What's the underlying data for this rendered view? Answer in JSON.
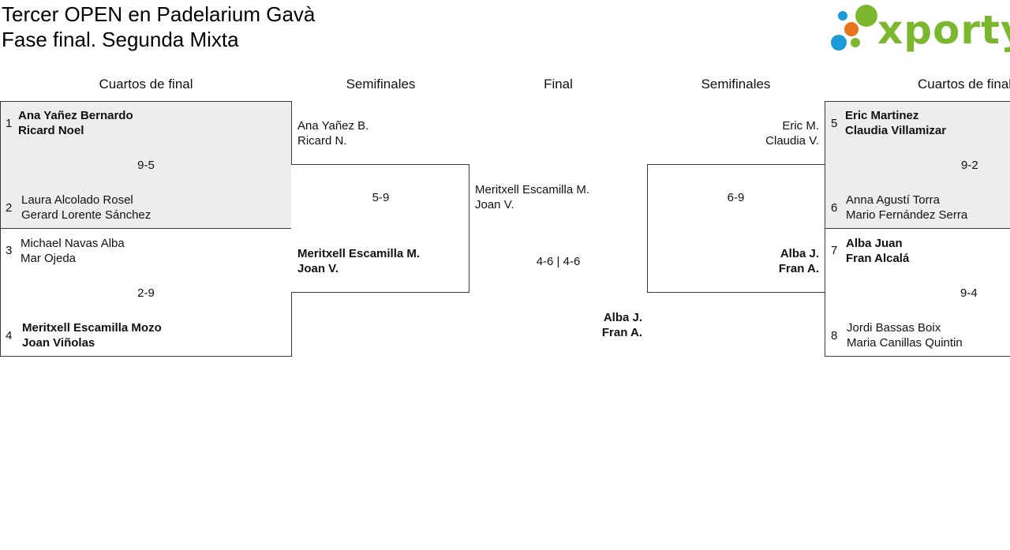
{
  "header": {
    "title_line1": "Tercer OPEN en Padelarium Gavà",
    "title_line2": "Fase final. Segunda Mixta"
  },
  "logo": {
    "text": "xporty",
    "text_color": "#7cb82f",
    "dot_colors": {
      "green": "#7cb82f",
      "blue": "#1a9ad6",
      "orange": "#e8731a"
    }
  },
  "rounds": {
    "left_quarters": "Cuartos de final",
    "left_semis": "Semifinales",
    "final": "Final",
    "right_semis": "Semifinales",
    "right_quarters": "Cuartos de final"
  },
  "quarterfinals_left": [
    {
      "seed_a": "1",
      "team_a": [
        "Ana Yañez Bernardo",
        "Ricard Noel"
      ],
      "score": "9-5",
      "seed_b": "2",
      "team_b": [
        "Laura Alcolado Rosel",
        "Gerard Lorente Sánchez"
      ]
    },
    {
      "seed_a": "3",
      "team_a": [
        "Michael Navas Alba",
        "Mar Ojeda"
      ],
      "score": "2-9",
      "seed_b": "4",
      "team_b": [
        "Meritxell Escamilla Mozo",
        "Joan Viñolas"
      ]
    }
  ],
  "semifinal_left": {
    "team_a": [
      "Ana Yañez B.",
      "Ricard N."
    ],
    "score": "5-9",
    "team_b": [
      "Meritxell Escamilla M.",
      "Joan V."
    ]
  },
  "final": {
    "team_a": [
      "Meritxell Escamilla M.",
      "Joan V."
    ],
    "score": "4-6 | 4-6",
    "team_b": [
      "Alba J.",
      "Fran A."
    ]
  },
  "semifinal_right": {
    "team_a": [
      "Eric M.",
      "Claudia V."
    ],
    "score": "6-9",
    "team_b": [
      "Alba J.",
      "Fran A."
    ]
  },
  "quarterfinals_right": [
    {
      "seed_a": "5",
      "team_a": [
        "Eric Martinez",
        "Claudia Villamizar"
      ],
      "score": "9-2",
      "seed_b": "6",
      "team_b": [
        "Anna Agustí Torra",
        "Mario Fernández Serra"
      ]
    },
    {
      "seed_a": "7",
      "team_a": [
        "Alba Juan",
        "Fran Alcalá"
      ],
      "score": "9-4",
      "seed_b": "8",
      "team_b": [
        "Jordi Bassas Boix",
        "Maria Canillas Quintin"
      ]
    }
  ]
}
